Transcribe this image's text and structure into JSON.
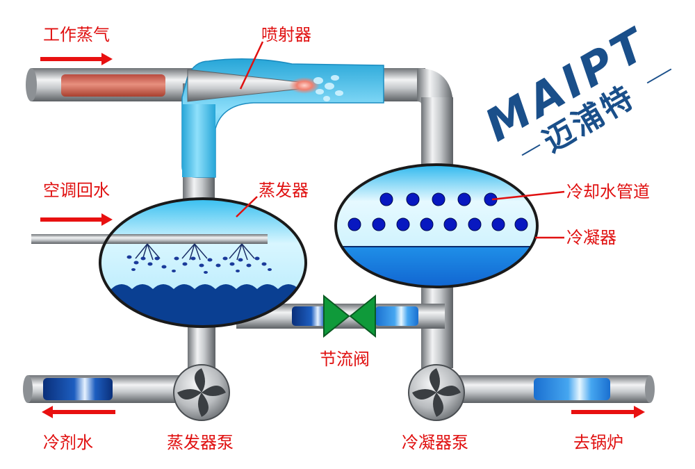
{
  "labels": {
    "working_steam": "工作蒸气",
    "ejector": "喷射器",
    "ac_return_water": "空调回水",
    "evaporator": "蒸发器",
    "cooling_water_pipe": "冷却水管道",
    "condenser": "冷凝器",
    "throttle_valve": "节流阀",
    "refrigerant_water": "冷剂水",
    "evaporator_pump": "蒸发器泵",
    "condenser_pump": "冷凝器泵",
    "to_boiler": "去锅炉"
  },
  "logo": {
    "latin": "MAIPT",
    "chinese": "迈浦特"
  },
  "colors": {
    "label_red": "#e01010",
    "arrow_red": "#e81010",
    "pipe_grey": "#a9acb0",
    "steam_salmon": "#d86a5c",
    "light_blue": "#4fc8f0",
    "deep_blue": "#0a3a8a",
    "valve_green": "#0f9a3a",
    "logo_blue": "#1a4f8a"
  }
}
